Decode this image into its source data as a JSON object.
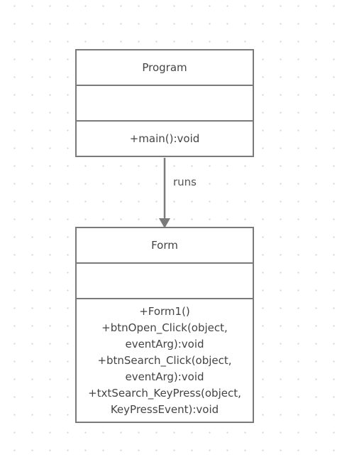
{
  "diagram": {
    "classes": [
      {
        "name": "Program",
        "attributes": [],
        "methods": [
          "+main():void"
        ]
      },
      {
        "name": "Form",
        "attributes": [],
        "methods": [
          "+Form1()",
          "+btnOpen_Click(object,",
          "eventArg):void",
          "+btnSearch_Click(object,",
          "eventArg):void",
          "+txtSearch_KeyPress(object,",
          "KeyPressEvent):void"
        ]
      }
    ],
    "relation": {
      "from": "Program",
      "to": "Form",
      "label": "runs"
    },
    "colors": {
      "border": "#7a7a7a",
      "text": "#444444",
      "grid_dot": "#d6d6d6"
    }
  }
}
